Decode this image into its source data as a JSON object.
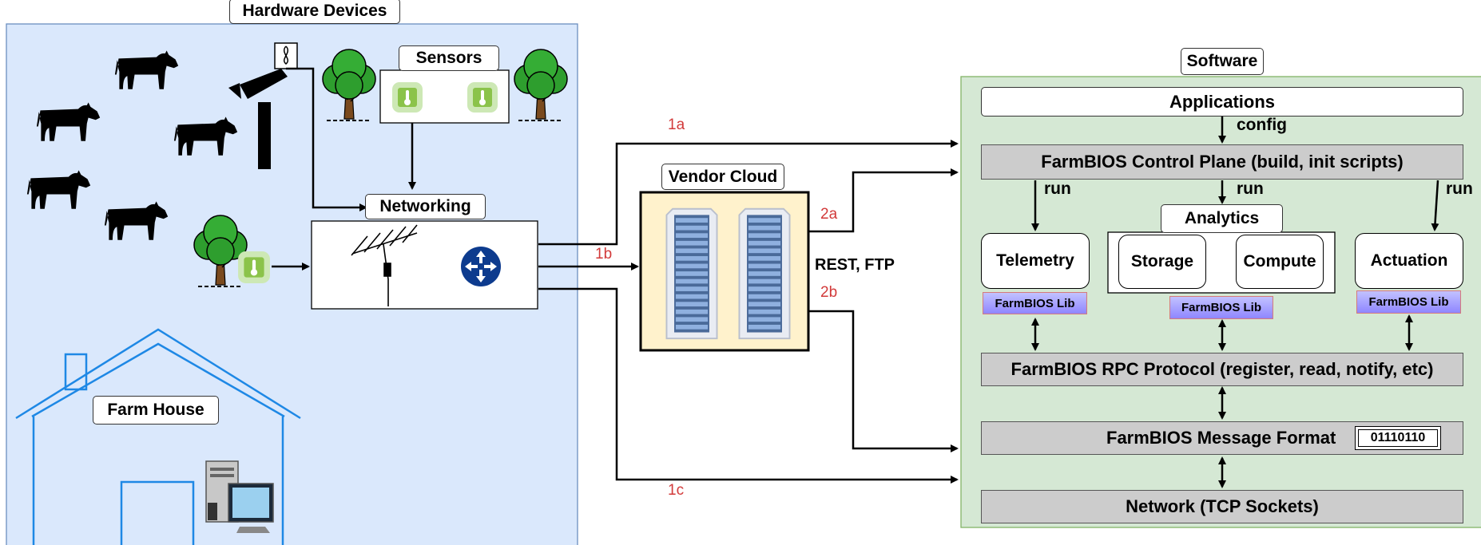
{
  "diagram": {
    "hardware_title": "Hardware Devices",
    "sensors_label": "Sensors",
    "networking_label": "Networking",
    "farm_house_label": "Farm House",
    "vendor_cloud_label": "Vendor Cloud",
    "software_title": "Software",
    "applications_label": "Applications",
    "config_label": "config",
    "control_plane_label": "FarmBIOS Control Plane (build, init scripts)",
    "run_label": "run",
    "analytics_label": "Analytics",
    "telemetry_label": "Telemetry",
    "storage_label": "Storage",
    "compute_label": "Compute",
    "actuation_label": "Actuation",
    "lib_label": "FarmBIOS Lib",
    "rpc_label": "FarmBIOS RPC Protocol (register, read, notify, etc)",
    "message_format_label": "FarmBIOS Message Format",
    "binary_label": "01110110",
    "network_label": "Network (TCP Sockets)",
    "rest_ftp_label": "REST, FTP",
    "path_1a": "1a",
    "path_1b": "1b",
    "path_1c": "1c",
    "path_2a": "2a",
    "path_2b": "2b"
  },
  "colors": {
    "hardware_bg": "#dae8fc",
    "software_bg": "#d5e8d4",
    "cloud_bg": "#fff2cc",
    "bar_bg": "#cccccc",
    "path_label": "#d23a3a",
    "house_stroke": "#1e88e5",
    "router": "#0d3b8e",
    "tree_green": "#2e9e2e",
    "sensor_green": "#8bc34a"
  },
  "icons": [
    "cow-icon",
    "camera-icon",
    "tree-icon",
    "thermometer-sensor-icon",
    "antenna-icon",
    "router-icon",
    "server-rack-icon",
    "house-icon",
    "desktop-computer-icon"
  ]
}
